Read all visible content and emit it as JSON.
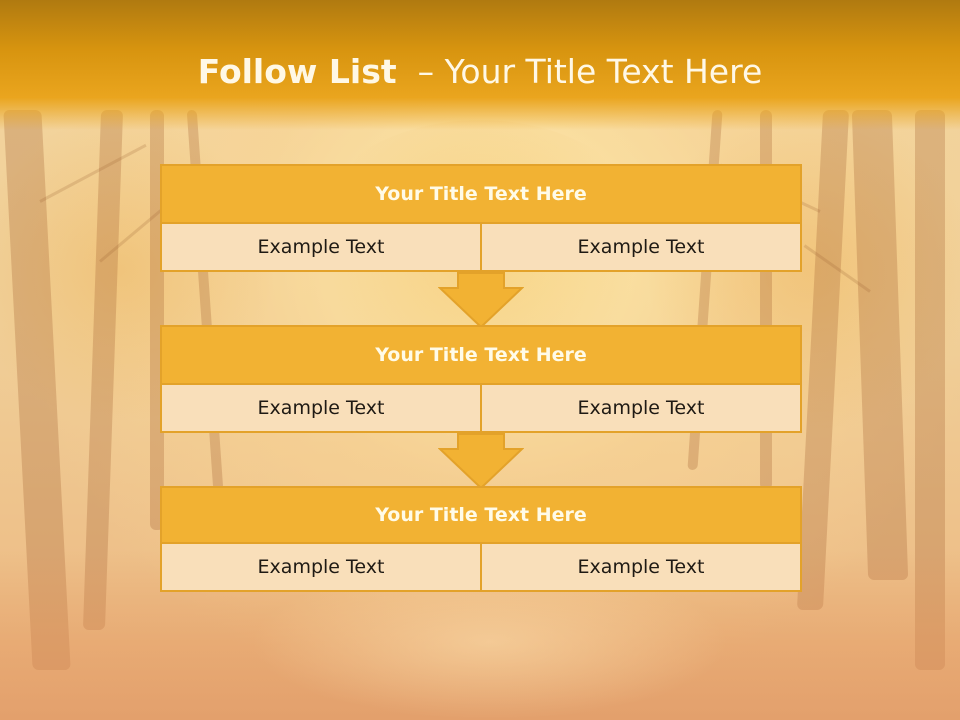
{
  "slide": {
    "title_bold": "Follow List",
    "title_rest": "– Your Title Text Here"
  },
  "blocks": [
    {
      "header": "Your Title Text Here",
      "left": "Example Text",
      "right": "Example Text"
    },
    {
      "header": "Your Title Text Here",
      "left": "Example Text",
      "right": "Example Text"
    },
    {
      "header": "Your Title Text Here",
      "left": "Example Text",
      "right": "Example Text"
    }
  ],
  "colors": {
    "title_band": "#e0a020",
    "header_fill": "#f2b233",
    "cell_fill": "#f9dfba",
    "border": "#e3a22a"
  }
}
